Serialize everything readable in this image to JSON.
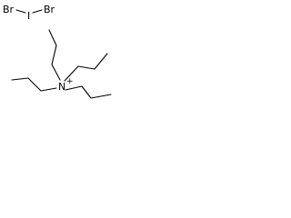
{
  "molecule": {
    "anion": {
      "left_atom": "Br",
      "center_atom": "I",
      "right_atom": "Br"
    },
    "cation": {
      "center_atom": "N",
      "charge": "+"
    }
  },
  "colors": {
    "ink": "#000000",
    "background": "#ffffff"
  }
}
